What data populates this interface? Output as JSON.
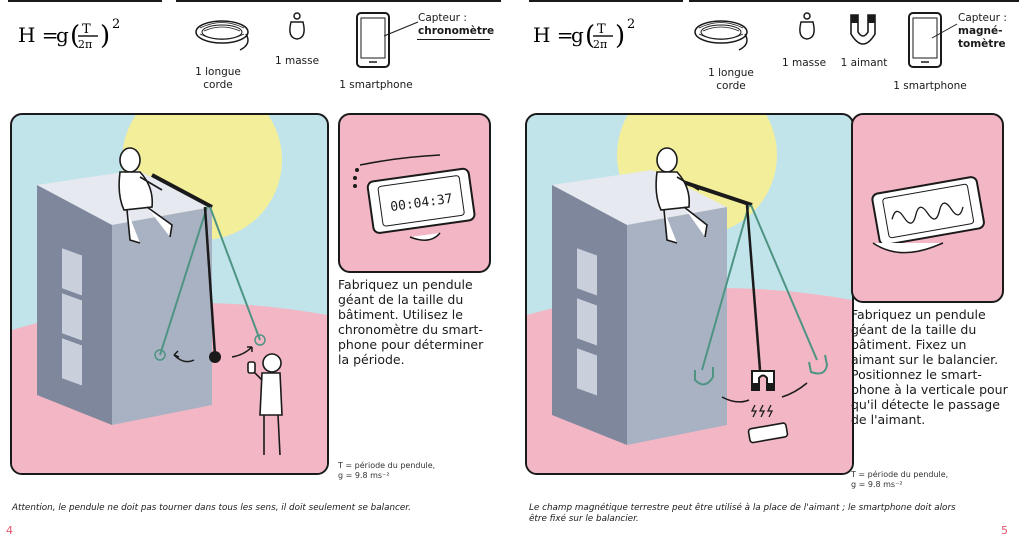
{
  "pages": [
    {
      "formula": {
        "lhs": "H =",
        "g": "g",
        "T": "T",
        "den": "2π",
        "exp": "2"
      },
      "materials": [
        {
          "label_lines": [
            "1 longue",
            "corde"
          ],
          "icon": "rope-icon"
        },
        {
          "label_lines": [
            "1 masse"
          ],
          "icon": "weight-icon"
        },
        {
          "label_lines": [
            "1 smartphone"
          ],
          "icon": "smartphone-icon"
        }
      ],
      "sensor": {
        "prefix": "Capteur :",
        "name_lines": [
          "chronomètre"
        ]
      },
      "phone_display": "00:04:37",
      "description_lines": [
        "Fabriquez un pendule",
        "géant de la taille du",
        "bâtiment. Utilisez le",
        "chronomètre du smart-",
        "phone pour déterminer",
        "la période."
      ],
      "note_lines": [
        "T = période du pendule,",
        "g = 9.8 ms⁻²"
      ],
      "caption_lines": [
        "Attention, le pendule ne doit pas tourner dans tous les sens,  il doit seulement se balancer."
      ],
      "page_number": "4"
    },
    {
      "formula": {
        "lhs": "H =",
        "g": "g",
        "T": "T",
        "den": "2π",
        "exp": "2"
      },
      "materials": [
        {
          "label_lines": [
            "1 longue",
            "corde"
          ],
          "icon": "rope-icon"
        },
        {
          "label_lines": [
            "1 masse"
          ],
          "icon": "weight-icon"
        },
        {
          "label_lines": [
            "1 aimant"
          ],
          "icon": "magnet-icon"
        },
        {
          "label_lines": [
            "1 smartphone"
          ],
          "icon": "smartphone-icon"
        }
      ],
      "sensor": {
        "prefix": "Capteur :",
        "name_lines": [
          "magné-",
          "tomètre"
        ]
      },
      "description_lines": [
        "Fabriquez un pendule",
        "géant de la taille du",
        "bâtiment. Fixez un",
        "aimant sur le balancier.",
        "Positionnez le smart-",
        "phone à la verticale pour",
        "qu'il détecte le passage",
        "de l'aimant."
      ],
      "note_lines": [
        "T = période du pendule,",
        "g = 9.8 ms⁻²"
      ],
      "caption_lines": [
        "Le champ magnétique terrestre peut être utilisé à la place de l'aimant ; le smartphone doit alors",
        "être fixé sur le balancier."
      ],
      "page_number": "5"
    }
  ],
  "colors": {
    "sky": "#c1e4ea",
    "sun": "#f3ee9a",
    "ground": "#f3b6c4",
    "building_front": "#a9b2c3",
    "building_side": "#7e879c",
    "building_top": "#e6e9ef",
    "rope_green": "#4e9483",
    "ink": "#1a1a1a",
    "page_number": "#e0556e"
  }
}
